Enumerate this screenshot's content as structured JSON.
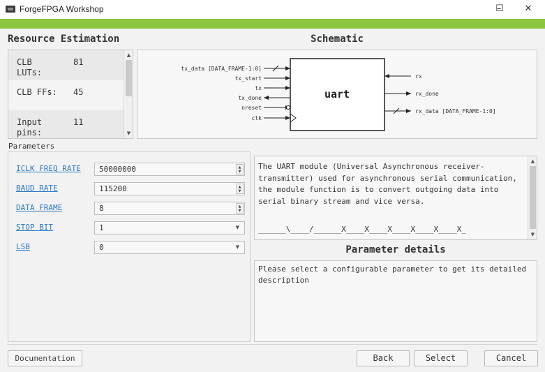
{
  "window": {
    "title": "ForgeFPGA Workshop",
    "minimize_glyph": "–",
    "maximize_glyph": "☐",
    "close_glyph": "✕"
  },
  "resource_estimation": {
    "title": "Resource Estimation",
    "rows": [
      {
        "label": "CLB LUTs:",
        "value": "81"
      },
      {
        "label": "CLB FFs:",
        "value": "45"
      },
      {
        "label": "Input pins:",
        "value": "11"
      }
    ]
  },
  "schematic": {
    "title": "Schematic",
    "block_name": "uart",
    "inputs": [
      "tx_data [DATA_FRAME-1:0]",
      "tx_start",
      "tx",
      "tx_done",
      "nreset",
      "clk"
    ],
    "outputs": [
      "rx",
      "rx_done",
      "rx_data [DATA_FRAME-1:0]"
    ]
  },
  "parameters": {
    "label": "Parameters",
    "items": [
      {
        "name": "ICLK FREQ RATE",
        "value": "50000000",
        "control": "spinbox"
      },
      {
        "name": "BAUD RATE",
        "value": "115200",
        "control": "spinbox"
      },
      {
        "name": "DATA FRAME",
        "value": "8",
        "control": "spinbox"
      },
      {
        "name": "STOP BIT",
        "value": "1",
        "control": "dropdown"
      },
      {
        "name": "LSB",
        "value": "0",
        "control": "dropdown"
      }
    ]
  },
  "module_description": {
    "text": "The UART module (Universal Asynchronous receiver-transmitter) used for asynchronous serial communication, the module function is to convert outgoing data into serial binary stream and vice versa.",
    "waveform_text": "______\\____/______X____X____X____X____X____X_"
  },
  "parameter_details": {
    "title": "Parameter details",
    "text": "Please select a configurable parameter to get its detailed description"
  },
  "footer": {
    "documentation_label": "Documentation",
    "back_label": "Back",
    "select_label": "Select",
    "cancel_label": "Cancel"
  },
  "colors": {
    "accent_bar": "#8cc641",
    "link": "#2b79c4"
  }
}
